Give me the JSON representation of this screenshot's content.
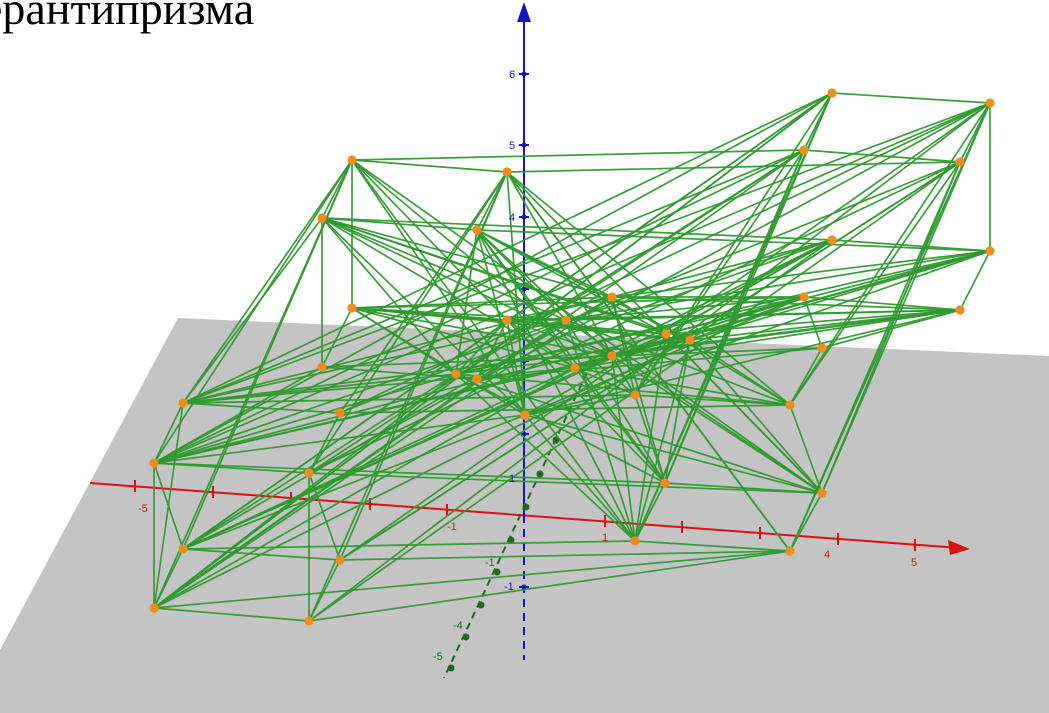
{
  "title": "ерантипризма",
  "colors": {
    "plane": "#c4c4c4",
    "edges": "#2e9a2e",
    "vertices": "#f28c1e",
    "x_axis": "#dd1111",
    "y_axis": "#1f6a1f",
    "z_axis": "#1414cc"
  },
  "axes": {
    "x_ticks": [
      "-5",
      "-1",
      "1",
      "4",
      "5"
    ],
    "z_ticks": [
      "6",
      "5",
      "4",
      "1",
      "-1"
    ],
    "y_ticks": [
      "-1",
      "-4",
      "-5"
    ]
  }
}
